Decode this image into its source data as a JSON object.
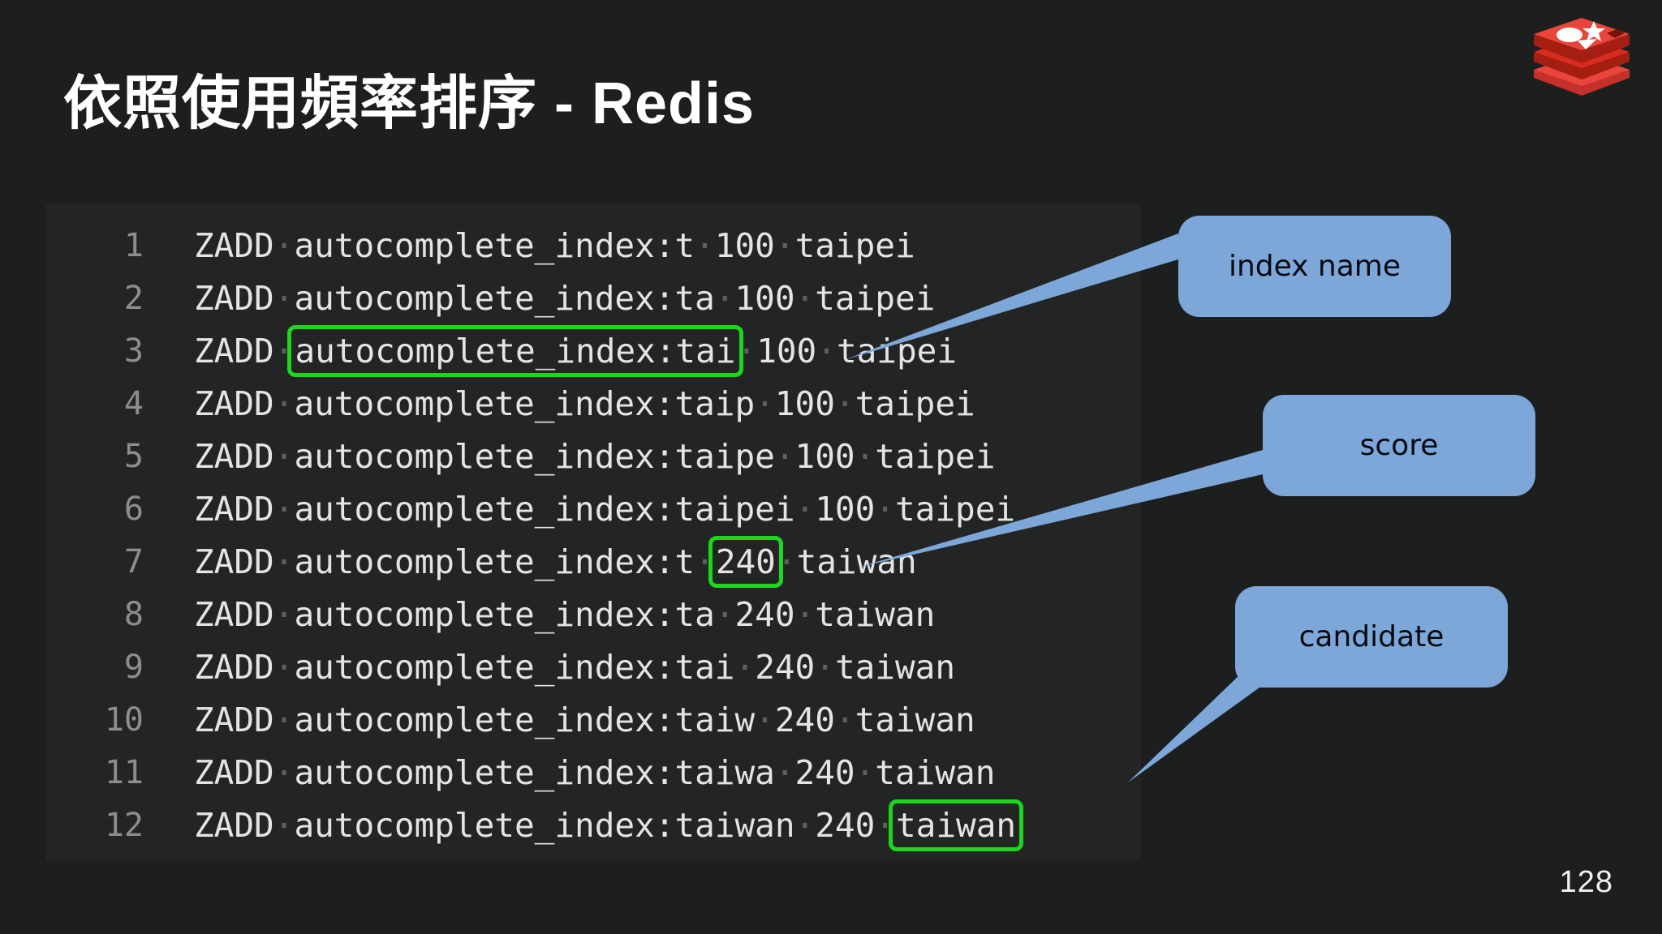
{
  "slide": {
    "title_cjk": "依照使用頻率排序",
    "title_latin": " - Redis",
    "page_number": "128",
    "background_color": "#1d1e1e",
    "code_panel_color": "#232424",
    "highlight_color": "#1ed61e",
    "callout_color": "#7da7d9",
    "logo_color": "#d82c20"
  },
  "code": {
    "language": "redis",
    "lines": [
      {
        "n": "1",
        "command": "ZADD",
        "key": "autocomplete_index:t",
        "score": "100",
        "member": "taipei"
      },
      {
        "n": "2",
        "command": "ZADD",
        "key": "autocomplete_index:ta",
        "score": "100",
        "member": "taipei"
      },
      {
        "n": "3",
        "command": "ZADD",
        "key": "autocomplete_index:tai",
        "score": "100",
        "member": "taipei"
      },
      {
        "n": "4",
        "command": "ZADD",
        "key": "autocomplete_index:taip",
        "score": "100",
        "member": "taipei"
      },
      {
        "n": "5",
        "command": "ZADD",
        "key": "autocomplete_index:taipe",
        "score": "100",
        "member": "taipei"
      },
      {
        "n": "6",
        "command": "ZADD",
        "key": "autocomplete_index:taipei",
        "score": "100",
        "member": "taipei"
      },
      {
        "n": "7",
        "command": "ZADD",
        "key": "autocomplete_index:t",
        "score": "240",
        "member": "taiwan"
      },
      {
        "n": "8",
        "command": "ZADD",
        "key": "autocomplete_index:ta",
        "score": "240",
        "member": "taiwan"
      },
      {
        "n": "9",
        "command": "ZADD",
        "key": "autocomplete_index:tai",
        "score": "240",
        "member": "taiwan"
      },
      {
        "n": "10",
        "command": "ZADD",
        "key": "autocomplete_index:taiw",
        "score": "240",
        "member": "taiwan"
      },
      {
        "n": "11",
        "command": "ZADD",
        "key": "autocomplete_index:taiwa",
        "score": "240",
        "member": "taiwan"
      },
      {
        "n": "12",
        "command": "ZADD",
        "key": "autocomplete_index:taiwan",
        "score": "240",
        "member": "taiwan"
      }
    ],
    "highlights": [
      {
        "line": 3,
        "part": "key",
        "text": "autocomplete_index:tai"
      },
      {
        "line": 7,
        "part": "score",
        "text": "240"
      },
      {
        "line": 12,
        "part": "member",
        "text": "taiwan"
      }
    ]
  },
  "callouts": [
    {
      "id": "index-name",
      "label": "index name",
      "points_to_line": 3
    },
    {
      "id": "score",
      "label": "score",
      "points_to_line": 7
    },
    {
      "id": "candidate",
      "label": "candidate",
      "points_to_line": 12
    }
  ]
}
